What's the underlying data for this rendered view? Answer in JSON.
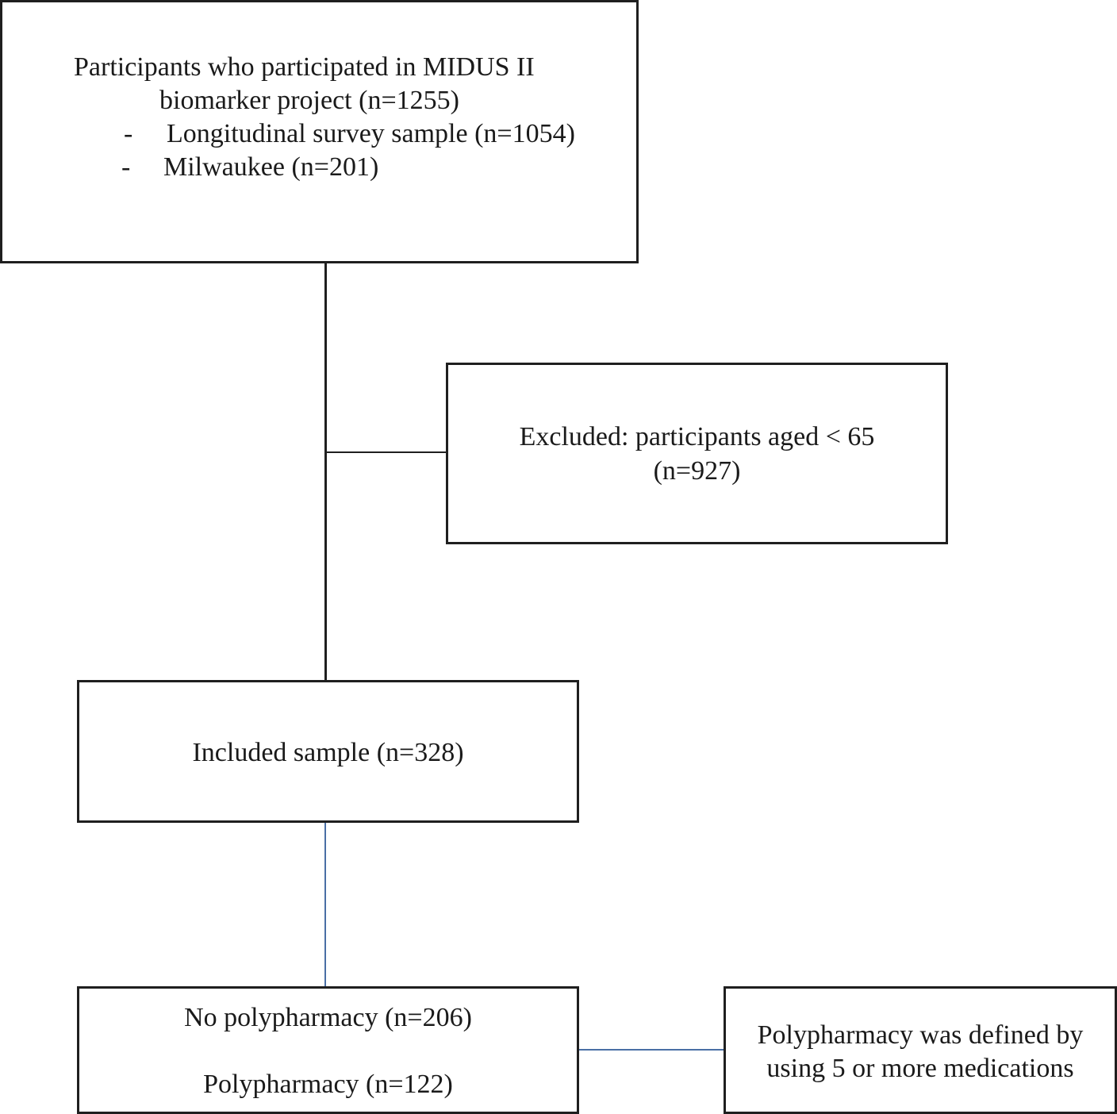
{
  "diagram": {
    "top_box": {
      "line1": "Participants who participated in MIDUS II",
      "line2": "biomarker project (n=1255)",
      "bullet_marker": "-",
      "bullets": [
        "Longitudinal survey sample (n=1054)",
        "Milwaukee (n=201)"
      ]
    },
    "excluded_box": {
      "line1": "Excluded: participants aged < 65",
      "line2": "(n=927)"
    },
    "included_box": {
      "text": "Included sample (n=328)"
    },
    "outcome_box": {
      "line1": "No polypharmacy (n=206)",
      "line2": "Polypharmacy (n=122)"
    },
    "definition_box": {
      "line1": "Polypharmacy was defined by",
      "line2": "using 5 or more medications"
    },
    "colors": {
      "border": "#1f1f1f",
      "connector_dark": "#1f1f1f",
      "connector_blue": "#4a6fa5"
    }
  }
}
